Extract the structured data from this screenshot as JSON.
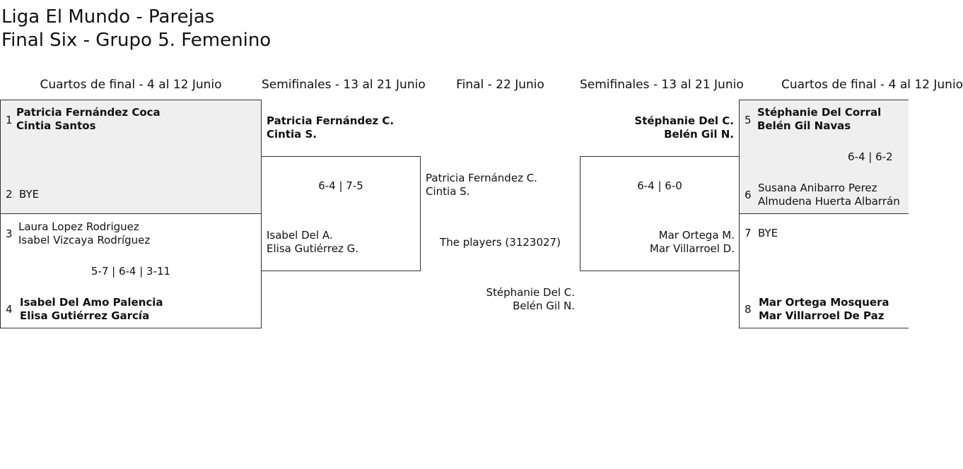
{
  "title": {
    "line1": "Liga El Mundo - Parejas",
    "line2": "Final Six - Grupo 5. Femenino"
  },
  "columns": {
    "qf_left": "Cuartos de final - 4 al 12 Junio",
    "sf_left": "Semifinales - 13 al 21 Junio",
    "final": "Final - 22 Junio",
    "sf_right": "Semifinales - 13 al 21 Junio",
    "qf_right": "Cuartos de final - 4 al 12 Junio"
  },
  "qf_left": {
    "match1": {
      "seed_a": "1",
      "team_a_p1": "Patricia Fernández Coca",
      "team_a_p2": "Cintia Santos",
      "seed_b": "2",
      "team_b_p1": "BYE"
    },
    "match2": {
      "seed_a": "3",
      "team_a_p1": "Laura Lopez Rodriguez",
      "team_a_p2": "Isabel Vizcaya Rodríguez",
      "score": "5-7 | 6-4 | 3-11",
      "seed_b": "4",
      "team_b_p1": "Isabel Del Amo Palencia",
      "team_b_p2": "Elisa Gutiérrez García"
    }
  },
  "sf_left": {
    "team_a_p1": "Patricia Fernández C.",
    "team_a_p2": "Cintia S.",
    "score": "6-4 | 7-5",
    "team_b_p1": "Isabel Del A.",
    "team_b_p2": "Elisa Gutiérrez G."
  },
  "final": {
    "team_a_p1": "Patricia Fernández C.",
    "team_a_p2": "Cintia S.",
    "note": "The players (3123027)",
    "team_b_p1": "Stéphanie Del C.",
    "team_b_p2": "Belén Gil N."
  },
  "sf_right": {
    "team_a_p1": "Stéphanie Del C.",
    "team_a_p2": "Belén Gil N.",
    "score": "6-4 | 6-0",
    "team_b_p1": "Mar Ortega M.",
    "team_b_p2": "Mar Villarroel D."
  },
  "qf_right": {
    "match1": {
      "seed_a": "5",
      "team_a_p1": "Stéphanie Del Corral",
      "team_a_p2": "Belén Gil Navas",
      "score": "6-4 | 6-2",
      "seed_b": "6",
      "team_b_p1": "Susana Anibarro Perez",
      "team_b_p2": "Almudena Huerta Albarrán"
    },
    "match2": {
      "seed_a": "7",
      "team_a_p1": "BYE",
      "seed_b": "8",
      "team_b_p1": "Mar Ortega Mosquera",
      "team_b_p2": "Mar Villarroel De Paz"
    }
  },
  "colors": {
    "grey_box": "#efefef",
    "border": "#333333"
  }
}
